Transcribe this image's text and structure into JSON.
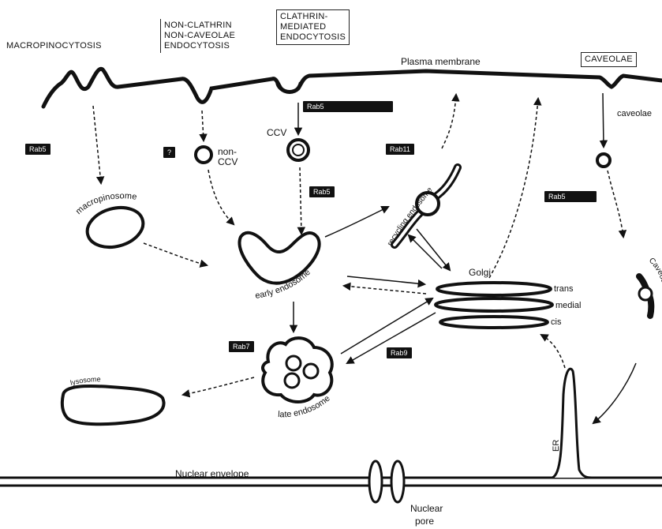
{
  "entry_routes": {
    "macropinocytosis": "MACROPINOCYTOSIS",
    "non_clathrin": [
      "NON-CLATHRIN",
      "NON-CAVEOLAE",
      "ENDOCYTOSIS"
    ],
    "clathrin": [
      "CLATHRIN-",
      "MEDIATED",
      "ENDOCYTOSIS"
    ],
    "caveolae": "CAVEOLAE"
  },
  "membranes": {
    "plasma": "Plasma membrane",
    "nuclear_envelope": "Nuclear envelope",
    "nuclear_pore": [
      "Nuclear",
      "pore"
    ],
    "er": "ER"
  },
  "compartments": {
    "macropinosome": "macropinosome",
    "non_ccv": [
      "non-",
      "CCV"
    ],
    "ccv": "CCV",
    "early_endosome": "early endosome",
    "recycling_endosome": "recycling endosome",
    "late_endosome": "late endosome",
    "lysosome": "lysosome",
    "golgi": "Golgi",
    "golgi_trans": "trans",
    "golgi_medial": "medial",
    "golgi_cis": "cis",
    "caveolae_vesicle": "caveolae",
    "caveosome": "Caveosome"
  },
  "badges": {
    "rab5_a": "Rab5",
    "q": "?",
    "rab5_b": "Rab5",
    "rab11": "Rab11",
    "rab7": "Rab7",
    "rab9": "Rab9",
    "rab5_c": "Rab5"
  },
  "colors": {
    "badge_bg": "#111111",
    "ink": "#111111"
  }
}
